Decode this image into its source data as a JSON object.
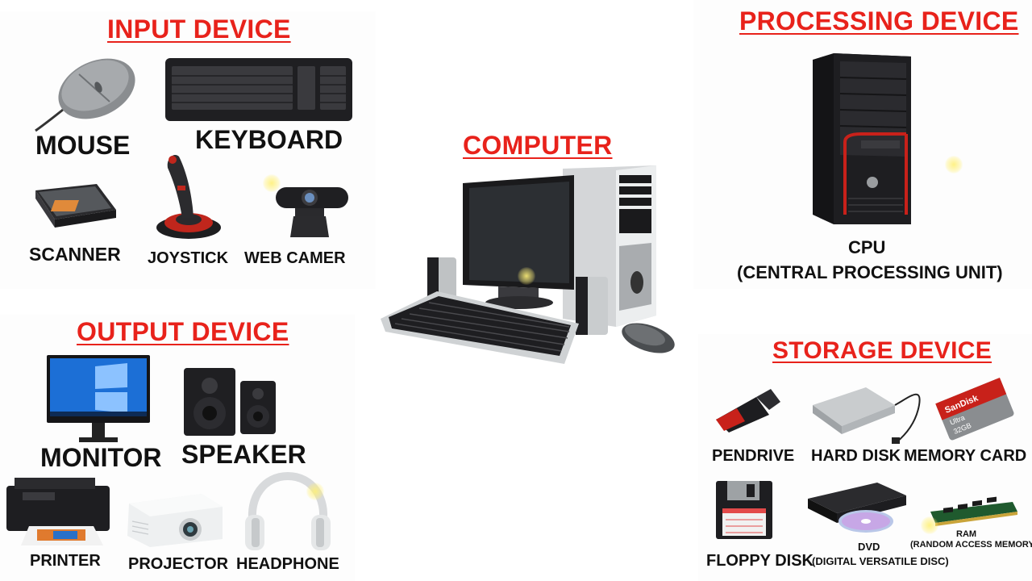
{
  "input": {
    "title": "INPUT DEVICE",
    "mouse": "MOUSE",
    "keyboard": "KEYBOARD",
    "scanner": "SCANNER",
    "joystick": "JOYSTICK",
    "webcam": "WEB CAMER"
  },
  "computer": {
    "title": "COMPUTER"
  },
  "processing": {
    "title": "PROCESSING DEVICE",
    "cpu": "CPU",
    "cpu_full": "(CENTRAL PROCESSING UNIT)"
  },
  "output": {
    "title": "OUTPUT DEVICE",
    "monitor": "MONITOR",
    "speaker": "SPEAKER",
    "printer": "PRINTER",
    "projector": "PROJECTOR",
    "headphone": "HEADPHONE"
  },
  "storage": {
    "title": "STORAGE DEVICE",
    "pendrive": "PENDRIVE",
    "harddisk": "HARD DISK",
    "memorycard": "MEMORY CARD",
    "floppy": "FLOPPY DISK",
    "dvd": "DVD",
    "dvd_full": "(DIGITAL VERSATILE DISC)",
    "ram": "RAM",
    "ram_full": "(RANDOM ACCESS MEMORY)",
    "memorycard_brand": "SanDisk",
    "memorycard_line": "Ultra",
    "memorycard_capacity": "32GB"
  },
  "colors": {
    "title": "#e8221b",
    "text": "#111111"
  }
}
